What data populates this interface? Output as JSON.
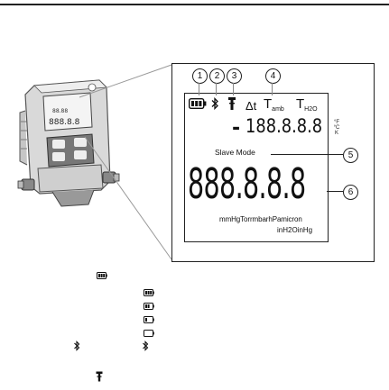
{
  "display": {
    "callouts": [
      "1",
      "2",
      "3",
      "4",
      "5",
      "6"
    ],
    "delta_t": "Δt",
    "t_label": "T",
    "amb_sub": "amb",
    "h2o_sub": "H2O",
    "minus_sign": "-",
    "upper_digits": "188.8.8.8",
    "temp_units": [
      "°F",
      "°C",
      "K"
    ],
    "slave_mode": "Slave Mode",
    "main_digits": "888.8.8.8",
    "units_line1": "mmHgTorrmbarhPamicron",
    "units_line2": "inH2OinHg"
  },
  "legend_icons": [
    "battery-full-icon",
    "battery-3-4-icon",
    "battery-1-2-icon",
    "battery-1-4-icon",
    "battery-empty-icon",
    "bluetooth-icon",
    "bluetooth-icon",
    "probe-icon"
  ],
  "colors": {
    "line": "#222222",
    "leader": "#888888",
    "device_body": "#dcdcdc",
    "device_dark": "#555555"
  }
}
